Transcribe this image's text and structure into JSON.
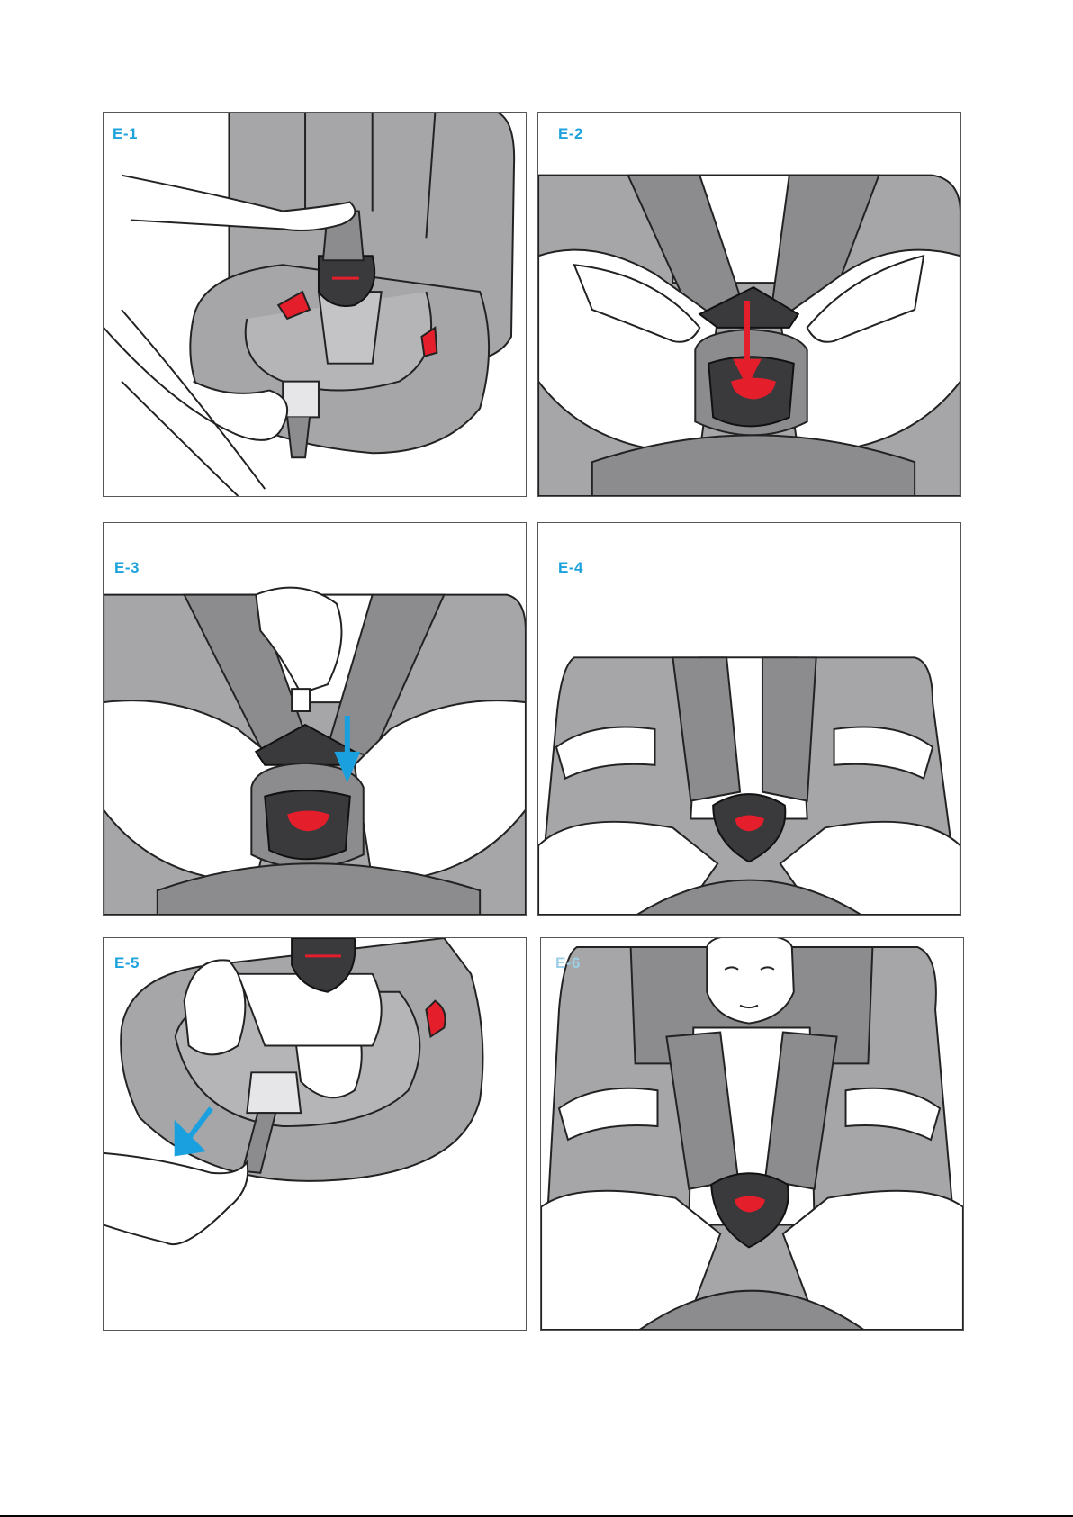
{
  "panels": [
    {
      "id": "p1",
      "label": "E-1"
    },
    {
      "id": "p2",
      "label": "E-2"
    },
    {
      "id": "p3",
      "label": "E-3"
    },
    {
      "id": "p4",
      "label": "E-4"
    },
    {
      "id": "p5",
      "label": "E-5"
    },
    {
      "id": "p6",
      "label": "E-6"
    }
  ],
  "colors": {
    "label": "#1ea2dc",
    "seat_dark": "#8c8c8e",
    "seat_mid": "#a6a6a8",
    "seat_light": "#c4c4c6",
    "buckle": "#3a3a3c",
    "accent_red": "#e41e2b",
    "arrow_blue": "#1aa0de",
    "arrow_red": "#e41e2b"
  },
  "icons": [
    "hand-icon",
    "buckle-icon",
    "arrow-down-icon",
    "arrow-pull-icon"
  ]
}
